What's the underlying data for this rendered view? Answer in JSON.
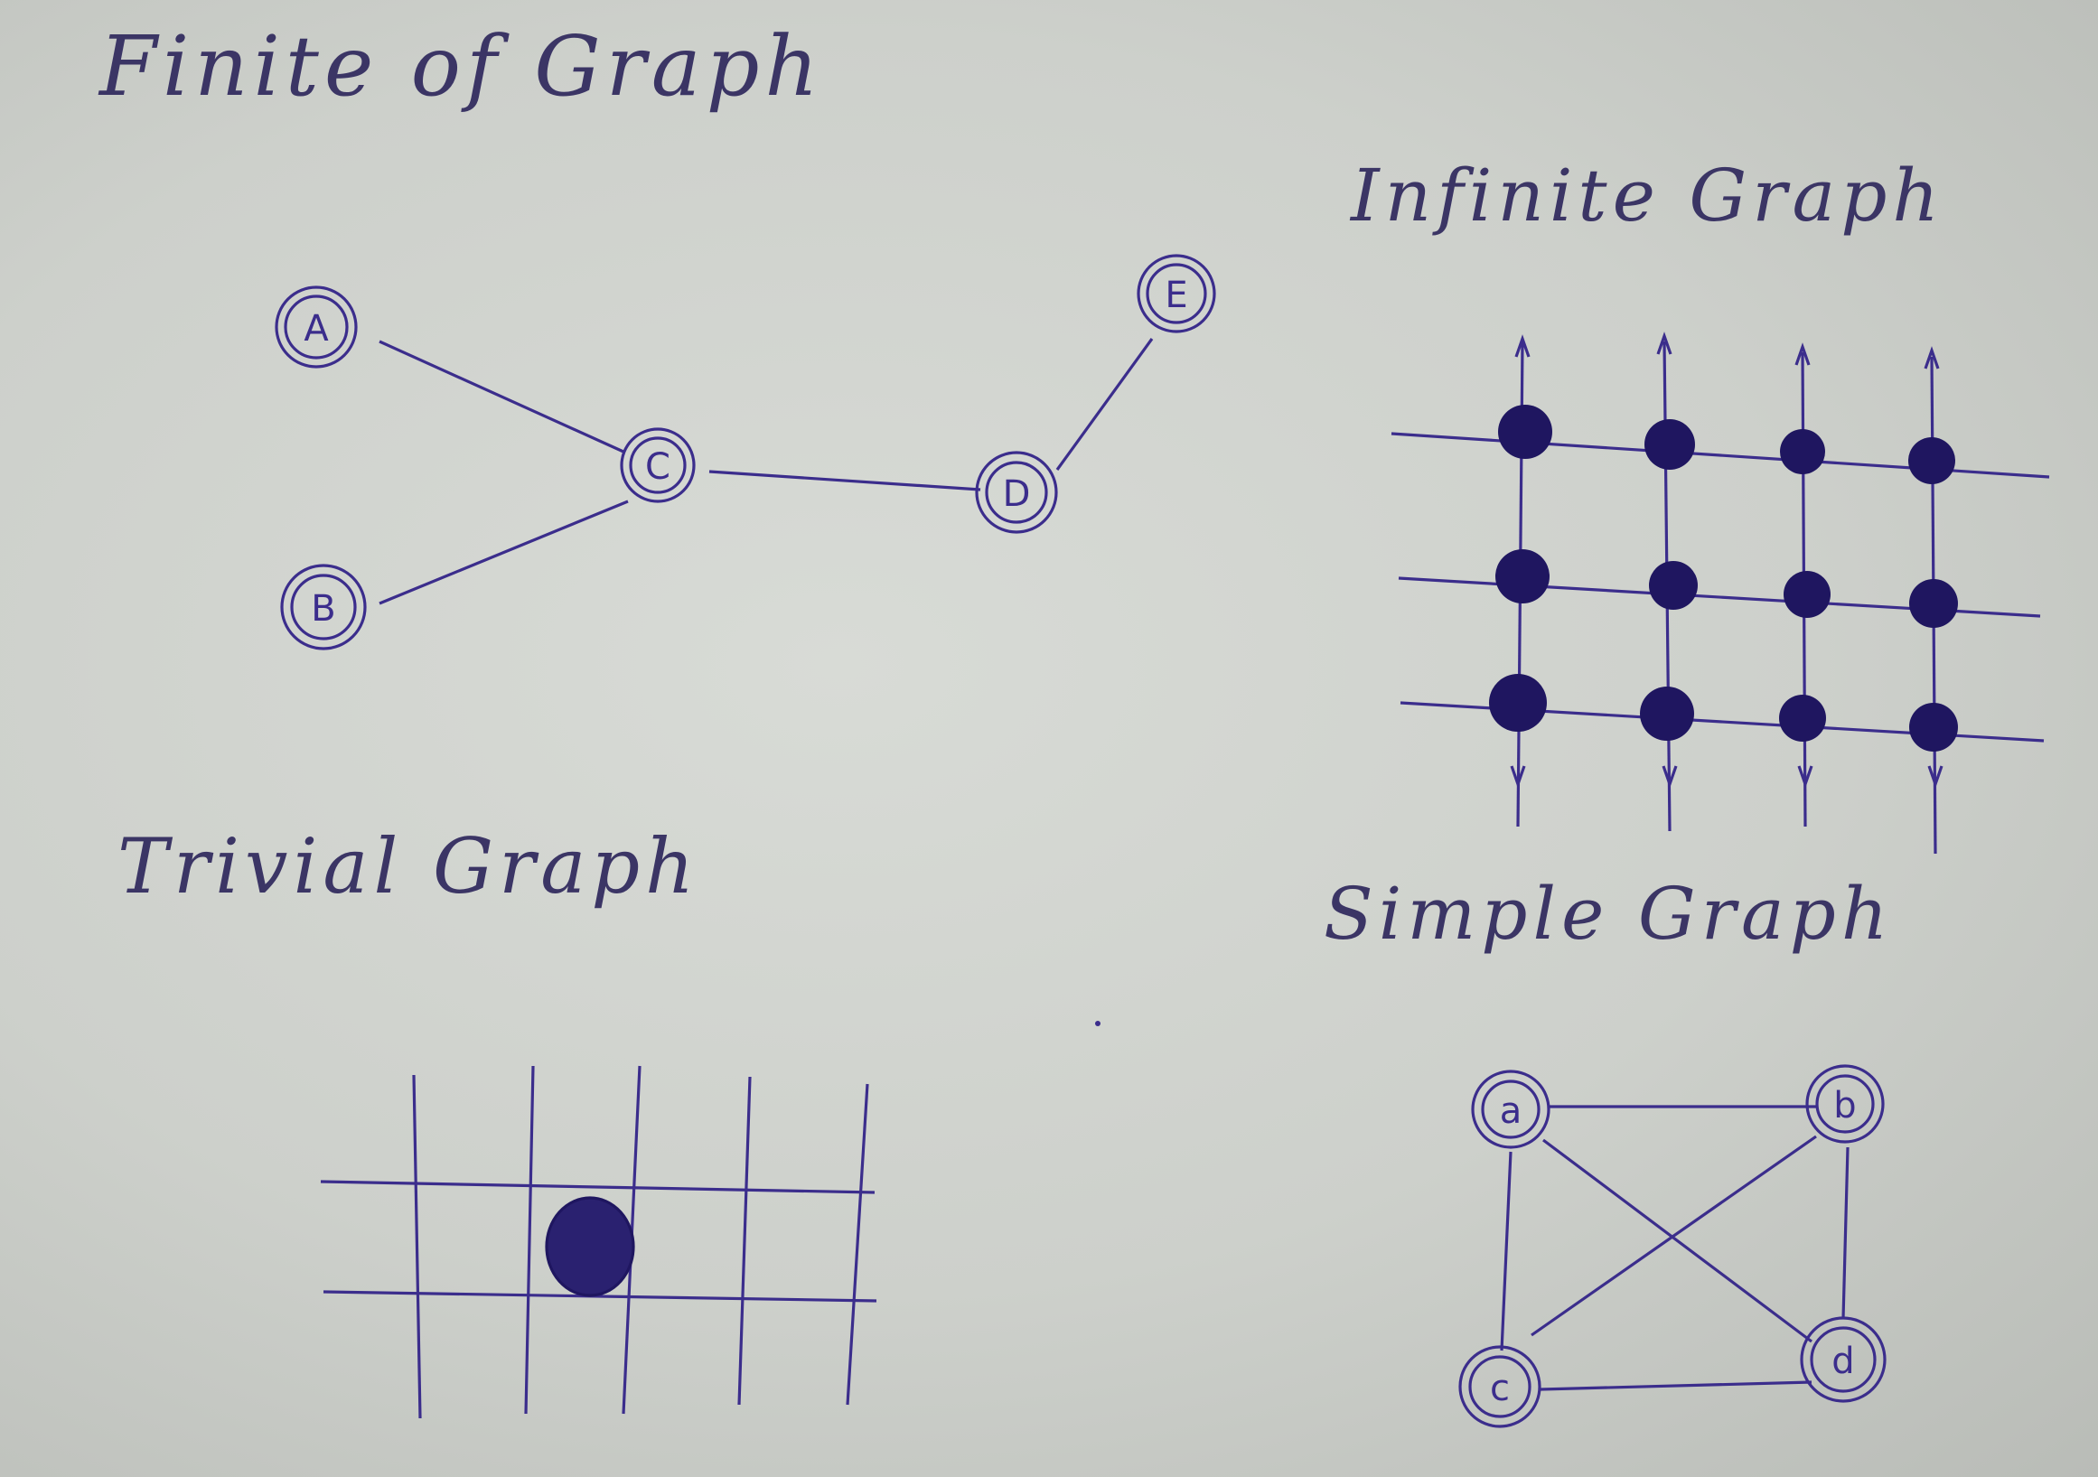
{
  "titles": {
    "finite": "Finite of Graph",
    "infinite": "Infinite Graph",
    "trivial": "Trivial Graph",
    "simple": "Simple Graph"
  },
  "colors": {
    "ink": "#3b2d8c",
    "dot": "#1f1660",
    "title_ink": "#3b3565",
    "paper": "#d3d6d1"
  },
  "finite_graph": {
    "nodes": [
      "A",
      "B",
      "C",
      "D",
      "E"
    ],
    "edges": [
      [
        "A",
        "C"
      ],
      [
        "B",
        "C"
      ],
      [
        "C",
        "D"
      ],
      [
        "D",
        "E"
      ]
    ]
  },
  "infinite_graph": {
    "rows": 3,
    "cols": 4
  },
  "trivial_graph": {
    "vertex_count": 1
  },
  "simple_graph": {
    "nodes": [
      "a",
      "b",
      "c",
      "d"
    ],
    "edges": [
      [
        "a",
        "b"
      ],
      [
        "a",
        "c"
      ],
      [
        "a",
        "d"
      ],
      [
        "b",
        "c"
      ],
      [
        "b",
        "d"
      ],
      [
        "c",
        "d"
      ]
    ]
  }
}
